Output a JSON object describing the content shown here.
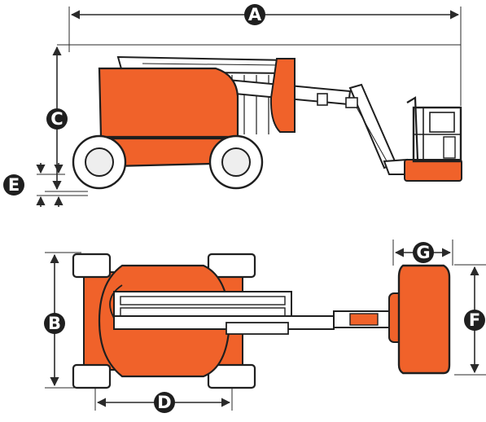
{
  "colors": {
    "machine": "#f0622a",
    "outline": "#1f1f1f",
    "dimension": "#2a2a2a",
    "badge": "#1f1f1f",
    "tire": "#ffffff",
    "hub": "#eeeeee",
    "boom": "#ffffff"
  },
  "labels": {
    "A": "A",
    "B": "B",
    "C": "C",
    "D": "D",
    "E": "E",
    "F": "F",
    "G": "G"
  }
}
